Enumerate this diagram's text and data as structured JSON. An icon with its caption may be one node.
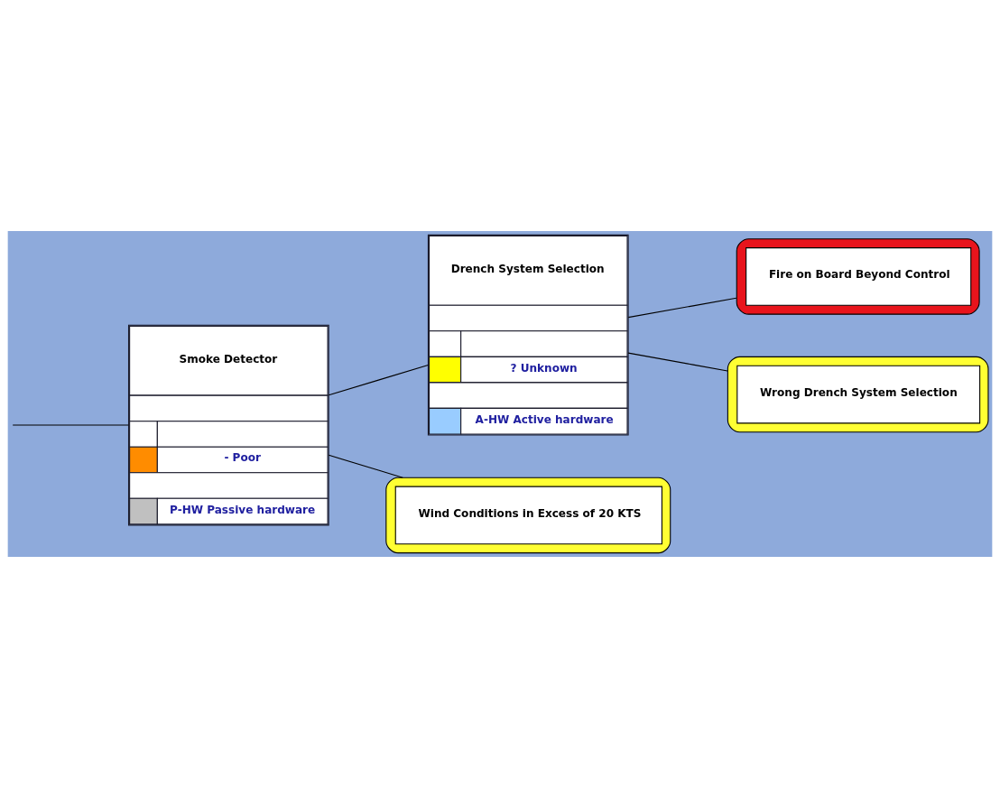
{
  "diagram": {
    "nodes": [
      {
        "text": [
          "Fire on Board Beyond Control"
        ]
      },
      {
        "text": [
          "Smoke Detector",
          "- Poor",
          "P-HW Passive hardware"
        ]
      },
      {
        "text": [
          "Drench System Selection",
          "? Unknown",
          "A-HW Active hardware"
        ]
      },
      {
        "text": [
          "Wrong Drench System Selection"
        ]
      },
      {
        "text": [
          "Wind Conditions in Excess of 20 KTS"
        ]
      }
    ],
    "edges": [
      {
        "from": 0,
        "to": 2,
        "arrow": "none"
      },
      {
        "from": 2,
        "to": 1,
        "arrow": "none"
      },
      {
        "from": 1,
        "to": null,
        "arrow": "none"
      },
      {
        "from": 3,
        "to": 2,
        "arrow": "none"
      },
      {
        "from": 4,
        "to": 1,
        "arrow": "none"
      }
    ]
  }
}
